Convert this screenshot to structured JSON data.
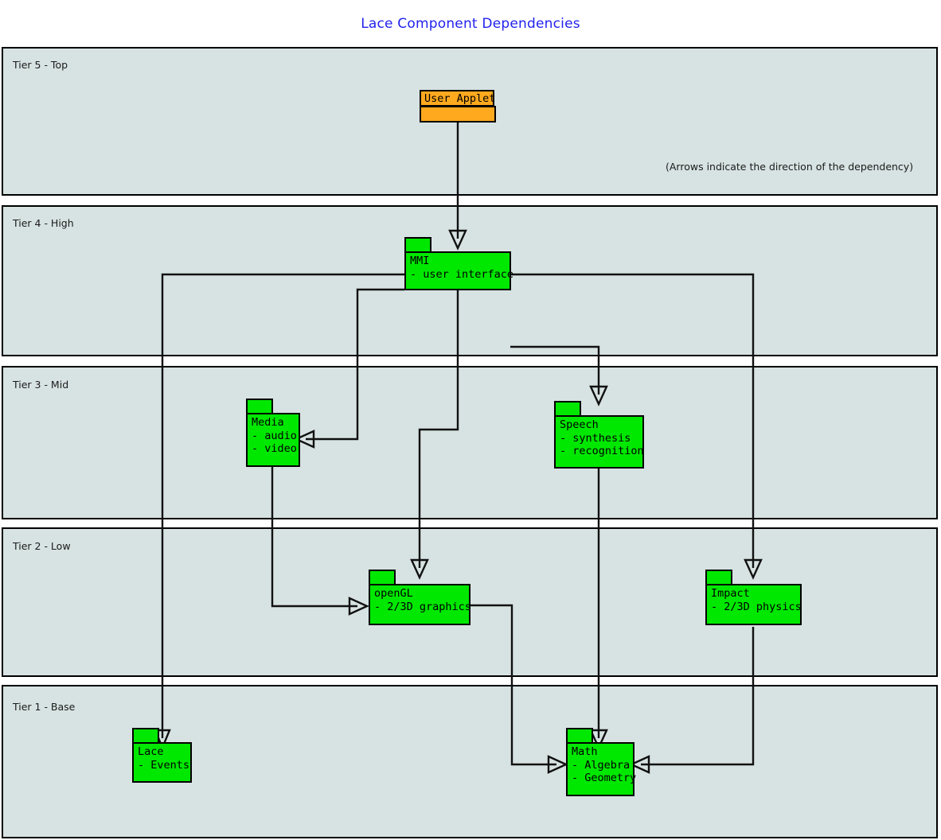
{
  "title": "Lace Component Dependencies",
  "note": "(Arrows indicate the direction of the dependency)",
  "colors": {
    "title": "#2222ee",
    "band_fill": "#d7e3e2",
    "package_fill": "#00e800",
    "applet_fill": "#ffa91e",
    "stroke": "#000000"
  },
  "tiers": [
    {
      "label": "Tier 5 - Top"
    },
    {
      "label": "Tier 4 - High"
    },
    {
      "label": "Tier 3 - Mid"
    },
    {
      "label": "Tier 2 - Low"
    },
    {
      "label": "Tier 1 - Base"
    }
  ],
  "nodes": {
    "user_applet": {
      "name": "User Applet",
      "tier": "Tier 5 - Top",
      "kind": "applet"
    },
    "mmi": {
      "name": "MMI",
      "items": [
        "- user interface"
      ],
      "tier": "Tier 4 - High",
      "kind": "package"
    },
    "media": {
      "name": "Media",
      "items": [
        "- audio",
        "- video"
      ],
      "tier": "Tier 3 - Mid",
      "kind": "package"
    },
    "speech": {
      "name": "Speech",
      "items": [
        "- synthesis",
        "- recognition"
      ],
      "tier": "Tier 3 - Mid",
      "kind": "package"
    },
    "opengl": {
      "name": "openGL",
      "items": [
        "- 2/3D graphics"
      ],
      "tier": "Tier 2 - Low",
      "kind": "package"
    },
    "impact": {
      "name": "Impact",
      "items": [
        "- 2/3D physics"
      ],
      "tier": "Tier 2 - Low",
      "kind": "package"
    },
    "lace": {
      "name": "Lace",
      "items": [
        "- Events"
      ],
      "tier": "Tier 1 - Base",
      "kind": "package"
    },
    "math": {
      "name": "Math",
      "items": [
        "- Algebra",
        "- Geometry"
      ],
      "tier": "Tier 1 - Base",
      "kind": "package"
    }
  },
  "edges": [
    {
      "from": "User Applet",
      "to": "MMI"
    },
    {
      "from": "MMI",
      "to": "Media"
    },
    {
      "from": "MMI",
      "to": "Speech"
    },
    {
      "from": "MMI",
      "to": "openGL"
    },
    {
      "from": "MMI",
      "to": "Impact"
    },
    {
      "from": "MMI",
      "to": "Lace"
    },
    {
      "from": "MMI",
      "to": "Math"
    },
    {
      "from": "Media",
      "to": "openGL"
    },
    {
      "from": "Speech",
      "to": "Math"
    },
    {
      "from": "openGL",
      "to": "Math"
    },
    {
      "from": "Impact",
      "to": "Math"
    }
  ]
}
